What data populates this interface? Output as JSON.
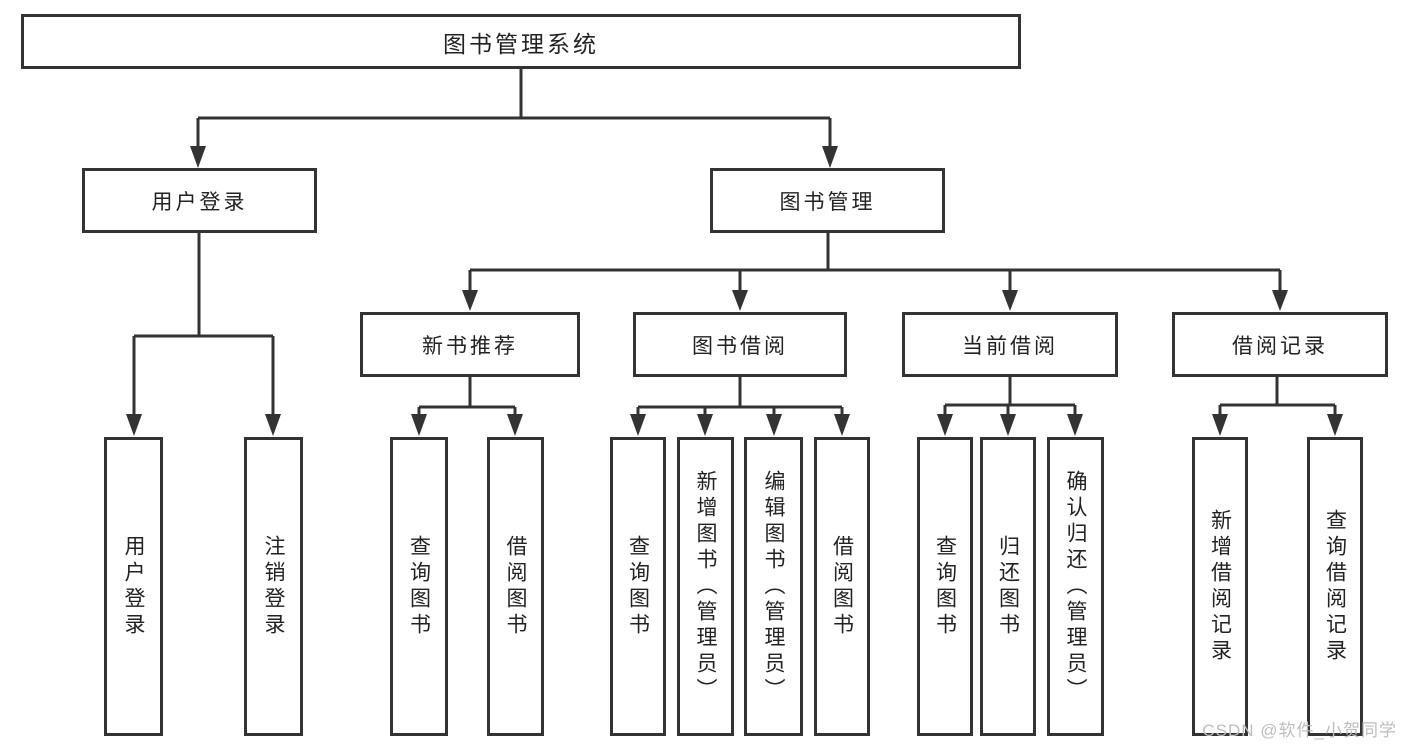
{
  "diagram": {
    "root": {
      "label": "图书管理系统"
    },
    "branches": [
      {
        "label": "用户登录",
        "children": [
          {
            "label": "用户登录"
          },
          {
            "label": "注销登录"
          }
        ]
      },
      {
        "label": "图书管理",
        "children": [
          {
            "label": "新书推荐",
            "children": [
              {
                "label": "查询图书"
              },
              {
                "label": "借阅图书"
              }
            ]
          },
          {
            "label": "图书借阅",
            "children": [
              {
                "label": "查询图书"
              },
              {
                "label": "新增图书（管理员）"
              },
              {
                "label": "编辑图书（管理员）"
              },
              {
                "label": "借阅图书"
              }
            ]
          },
          {
            "label": "当前借阅",
            "children": [
              {
                "label": "查询图书"
              },
              {
                "label": "归还图书"
              },
              {
                "label": "确认归还（管理员）"
              }
            ]
          },
          {
            "label": "借阅记录",
            "children": [
              {
                "label": "新增借阅记录"
              },
              {
                "label": "查询借阅记录"
              }
            ]
          }
        ]
      }
    ]
  },
  "watermark": {
    "text": "CSDN @软件_小贺同学"
  },
  "colors": {
    "line": "#333333",
    "text": "#222222",
    "watermark": "#bdbdbd",
    "background": "#ffffff"
  }
}
